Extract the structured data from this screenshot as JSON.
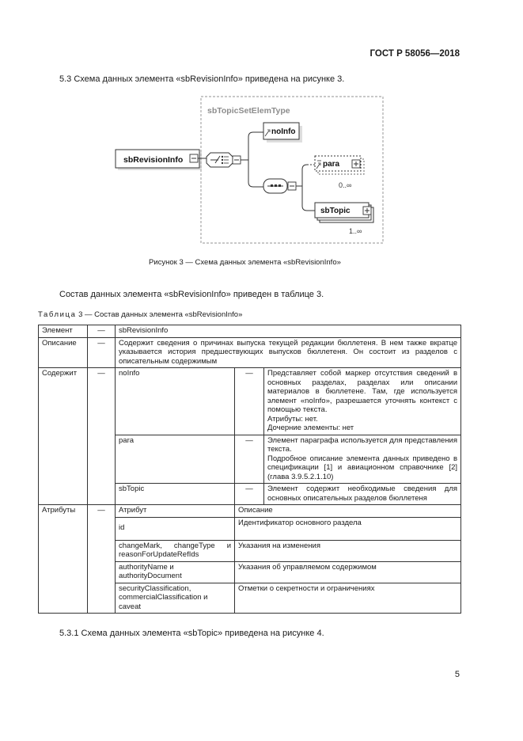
{
  "header": {
    "doc_id": "ГОСТ Р 58056—2018"
  },
  "intro_text": "5.3 Схема данных элемента «sbRevisionInfo»  приведена на рисунке 3.",
  "figure": {
    "group_label": "sbTopicSetElemType",
    "root": "sbRevisionInfo",
    "noinfo": "noInfo",
    "para": "para",
    "para_card": "0..∞",
    "sbtopic": "sbTopic",
    "sbtopic_card": "1..∞",
    "caption": "Рисунок 3 — Схема данных элемента «sbRevisionInfo»"
  },
  "table_intro": "Состав данных элемента «sbRevisionInfo» приведен в таблице 3.",
  "table_caption_spaced": "Таблица",
  "table_caption_rest": "3 — Состав данных элемента «sbRevisionInfo»",
  "table": {
    "dash": "—",
    "row_element": {
      "label": "Элемент",
      "value": "sbRevisionInfo"
    },
    "row_description": {
      "label": "Описание",
      "value": "Содержит сведения о причинах выпуска текущей редакции бюллетеня. В нем также вкратце указывается история предшествующих выпусков бюллетеня. Он состоит из разделов с описательным содержимым"
    },
    "row_contains": {
      "label": "Содержит",
      "items": [
        {
          "name": "noInfo",
          "lines": [
            "Представляет собой маркер отсутствия сведений в основных разделах, разделах или описании материалов в бюллетене. Там, где используется элемент «noInfo», разрешается уточнять контекст с помощью текста.",
            "Атрибуты: нет.",
            "Дочерние элементы: нет"
          ]
        },
        {
          "name": "para",
          "lines": [
            "Элемент параграфа используется для представления текста.",
            "Подробное описание элемента данных приведено в спецификации [1] и авиационном справочнике [2] (глава 3.9.5.2.1.10)"
          ]
        },
        {
          "name": "sbTopic",
          "lines": [
            "Элемент содержит необходимые сведения для основных описательных разделов бюллетеня"
          ]
        }
      ]
    },
    "row_attributes": {
      "label": "Атрибуты",
      "head_attr": "Атрибут",
      "head_desc": "Описание",
      "items": [
        {
          "attr": "id",
          "desc": "Идентификатор основного раздела"
        },
        {
          "attr": "changeMark, changeType и reasonForUpdateRefIds",
          "desc": "Указания на изменения"
        },
        {
          "attr": "authorityName и authorityDocument",
          "desc": "Указания об управляемом содержимом"
        },
        {
          "attr": "securityClassification, commercialClassification и caveat",
          "desc": "Отметки о секретности и ограничениях"
        }
      ]
    }
  },
  "outro_text": "5.3.1  Схема данных элемента «sbTopic» приведена на рисунке 4.",
  "page_number": "5"
}
